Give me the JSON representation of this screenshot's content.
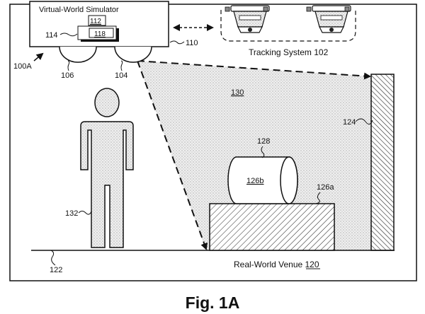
{
  "simulator": {
    "title": "Virtual-World Simulator",
    "ref": "110",
    "inner_ref": "112",
    "box_ref": "118",
    "stack_ref": "114"
  },
  "devices": {
    "left_ref": "106",
    "right_ref": "104"
  },
  "tracking": {
    "label": "Tracking System 102"
  },
  "system_ref": "100A",
  "projection_ref": "130",
  "wall_ref": "124",
  "cylinder": {
    "ref": "128",
    "label": "126b"
  },
  "platform_ref": "126a",
  "person_ref": "132",
  "floor_ref": "122",
  "venue": {
    "label": "Real-World Venue 120"
  },
  "figure_caption": "Fig. 1A"
}
